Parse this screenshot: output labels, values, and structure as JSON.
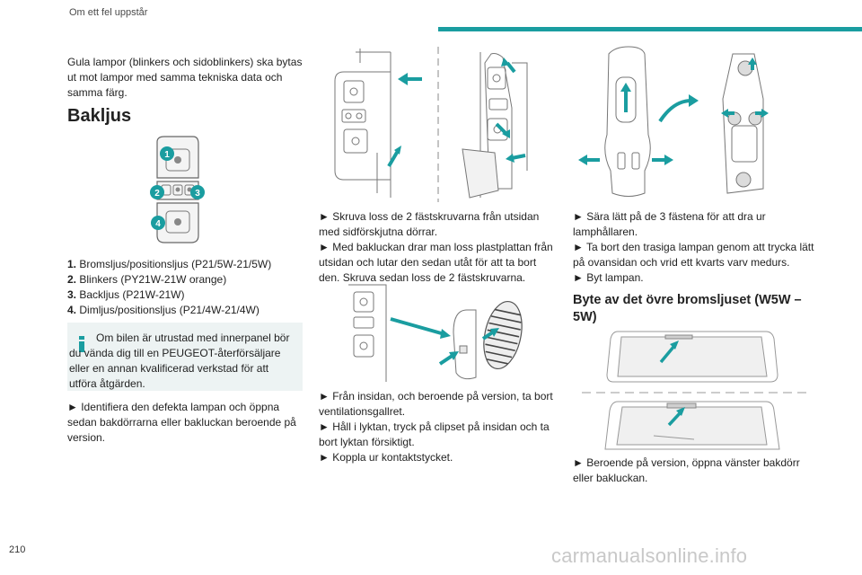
{
  "header": {
    "section": "Om ett fel uppstår",
    "accent_color": "#1a9da0"
  },
  "page_number": "210",
  "watermark": "carmanualsonline.info",
  "col1": {
    "intro": "Gula lampor (blinkers och sidoblinkers) ska bytas ut mot lampor med samma tekniska data och samma färg.",
    "heading": "Bakljus",
    "diagram_labels": [
      "1",
      "2",
      "3",
      "4"
    ],
    "list": [
      {
        "num": "1.",
        "text": "Bromsljus/positionsljus (P21/5W-21/5W)"
      },
      {
        "num": "2.",
        "text": "Blinkers (PY21W-21W orange)"
      },
      {
        "num": "3.",
        "text": "Backljus (P21W-21W)"
      },
      {
        "num": "4.",
        "text": "Dimljus/positionsljus (P21/4W-21/4W)"
      }
    ],
    "note": "Om bilen är utrustad med innerpanel bör du vända dig till en PEUGEOT-återförsäljare eller en annan kvalificerad verkstad för att utföra åtgärden.",
    "step": "► Identifiera den defekta lampan och öppna sedan bakdörrarna eller bakluckan beroende på version."
  },
  "col2": {
    "step1_lines": [
      "► Skruva loss de 2 fästskruvarna från utsidan med sidförskjutna dörrar.",
      "► Med bakluckan drar man loss plastplattan från utsidan och lutar den sedan utåt för att ta bort den. Skruva sedan loss de 2 fästskruvarna."
    ],
    "step2_lines": [
      "► Från insidan, och beroende på version, ta bort ventilationsgallret.",
      "► Håll i lyktan, tryck på clipset på insidan och ta bort lyktan försiktigt.",
      "► Koppla ur kontaktstycket."
    ]
  },
  "col3": {
    "step1_lines": [
      "► Sära lätt på de 3 fästena för att dra ur lamphållaren.",
      "► Ta bort den trasiga lampan genom att trycka lätt på ovansidan och vrid ett kvarts varv medurs.",
      "► Byt lampan."
    ],
    "heading": "Byte av det övre bromsljuset (W5W – 5W)",
    "step2": "► Beroende på version, öppna vänster bakdörr eller bakluckan."
  },
  "colors": {
    "arrow": "#1a9da0",
    "note_bg": "#edf3f3",
    "badge": "#1a9da0"
  }
}
